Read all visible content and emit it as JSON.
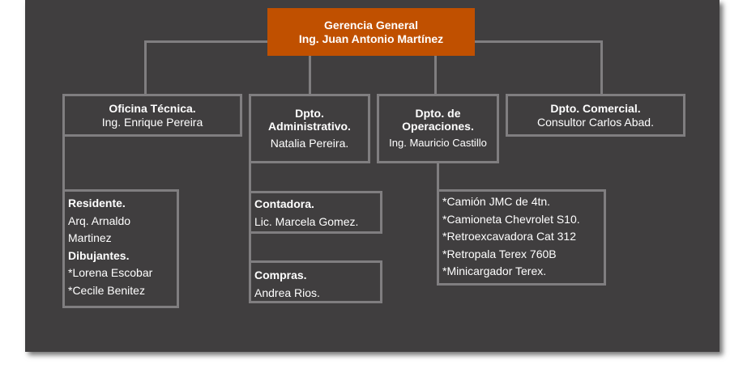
{
  "root": {
    "title": "Gerencia General",
    "name": "Ing. Juan Antonio Martínez"
  },
  "departments": [
    {
      "title": "Oficina Técnica.",
      "name": "Ing. Enrique Pereira"
    },
    {
      "title": "Dpto. Administrativo.",
      "name": "Natalia Pereira."
    },
    {
      "title": "Dpto. de Operaciones.",
      "name": "Ing. Mauricio Castillo"
    },
    {
      "title": "Dpto. Comercial.",
      "name": "Consultor Carlos Abad."
    }
  ],
  "oficina_tecnica": {
    "residente_title": "Residente.",
    "residente_lines": [
      "Arq. Arnaldo",
      "Martinez"
    ],
    "dibujantes_title": "Dibujantes.",
    "dibujantes": [
      "*Lorena Escobar",
      "*Cecile Benitez"
    ]
  },
  "administrativo": [
    {
      "title": "Contadora.",
      "name": "Lic. Marcela Gomez."
    },
    {
      "title": "Compras.",
      "name": "Andrea Rios."
    }
  ],
  "operaciones_equipos": [
    "*Camión JMC de 4tn.",
    "*Camioneta Chevrolet S10.",
    "*Retroexcavadora Cat 312",
    "*Retropala Terex 760B",
    "*Minicargador Terex."
  ],
  "colors": {
    "background": "#403e3f",
    "root": "#c05000",
    "line": "#807e80"
  }
}
